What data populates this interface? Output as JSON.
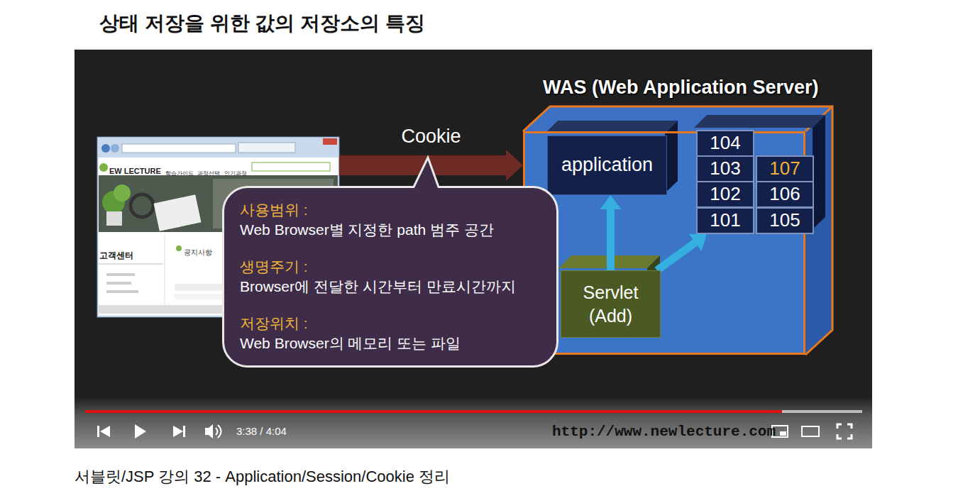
{
  "diagram": {
    "title": "상태 저장을 위한 값의 저장소의 특징",
    "caption": "서블릿/JSP 강의 32 - Application/Session/Cookie 정리",
    "nodes": [
      {
        "text": [
          "EW LECTURE",
          "학습가이드",
          "과정선택",
          "인기과정",
          "고객센터",
          "공지사항"
        ]
      },
      {
        "text": [
          "WAS (Web Application Server)"
        ]
      },
      {
        "text": [
          "application"
        ],
        "in": 1
      },
      {
        "text": [
          "104"
        ],
        "in": 1
      },
      {
        "text": [
          "103"
        ],
        "in": 1
      },
      {
        "text": [
          "107"
        ],
        "in": 1
      },
      {
        "text": [
          "102"
        ],
        "in": 1
      },
      {
        "text": [
          "106"
        ],
        "in": 1
      },
      {
        "text": [
          "101"
        ],
        "in": 1
      },
      {
        "text": [
          "105"
        ],
        "in": 1
      },
      {
        "text": [
          "Servlet (Add)"
        ],
        "in": 1
      },
      {
        "text": [
          "사용범위 :",
          "Web Browser별 지정한 path 범주 공간",
          "생명주기 :",
          "Browser에 전달한 시간부터 만료시간까지",
          "저장위치 :",
          "Web Browser의 메모리 또는 파일"
        ]
      }
    ],
    "edges": [
      {
        "from": 0,
        "to": 1,
        "label": "Cookie",
        "arrow": "to"
      },
      {
        "from": 10,
        "to": 2,
        "arrow": "to"
      },
      {
        "from": 10,
        "to": 8,
        "arrow": "to"
      }
    ],
    "labels": [
      "3:38 / 4:04",
      "http://www.newlecture.com"
    ]
  }
}
